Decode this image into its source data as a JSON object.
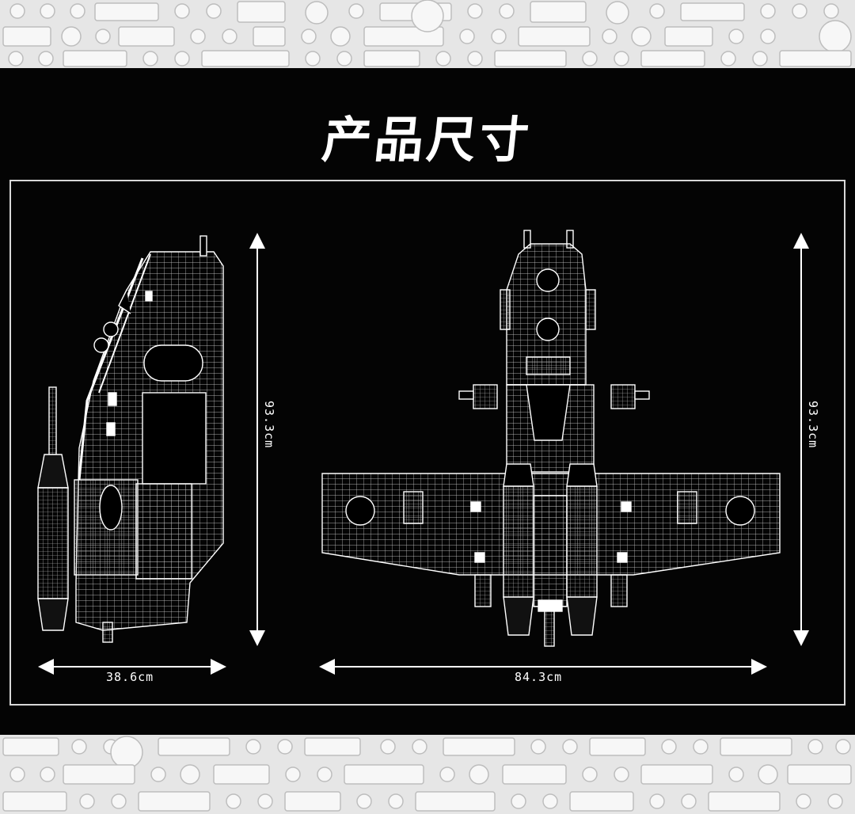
{
  "title": "产品尺寸",
  "dimensions": {
    "side_width": "38.6cm",
    "side_height": "93.3cm",
    "top_width": "84.3cm",
    "top_height": "93.3cm"
  },
  "colors": {
    "background": "#000000",
    "line": "#ffffff",
    "brick_band": "#e9e9e9"
  }
}
